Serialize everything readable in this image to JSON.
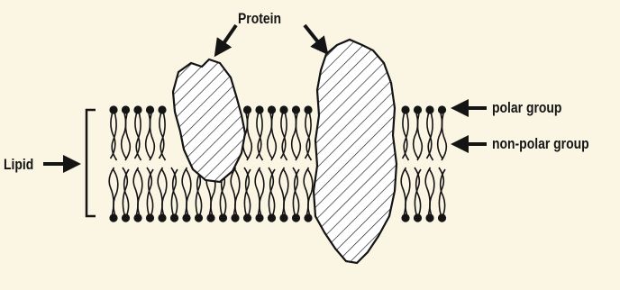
{
  "labels": {
    "protein": "Protein",
    "lipid": "Lipid",
    "polar_group": "polar group",
    "non_polar_group": "non-polar group"
  },
  "colors": {
    "background": "#fbf5e4",
    "ink": "#141414",
    "protein_fill": "#ffffff"
  },
  "icons": [
    "arrow-icon",
    "bracket-icon",
    "lipid-head-icon",
    "lipid-tail-icon",
    "protein-blob-icon"
  ]
}
